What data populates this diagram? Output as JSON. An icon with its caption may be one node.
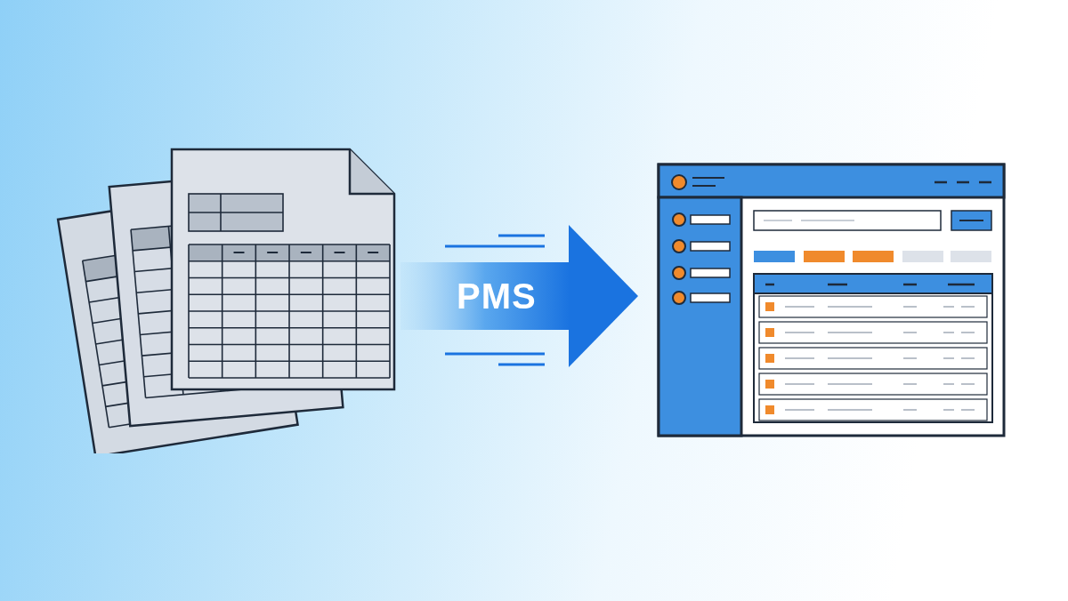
{
  "diagram": {
    "nodes": [
      {
        "text": [],
        "shape": "picture"
      },
      {
        "text": [],
        "shape": "picture"
      }
    ],
    "edges": [
      {
        "from": 0,
        "to": 1,
        "arrow": "to",
        "label": "PMS",
        "style": "thick"
      }
    ]
  }
}
